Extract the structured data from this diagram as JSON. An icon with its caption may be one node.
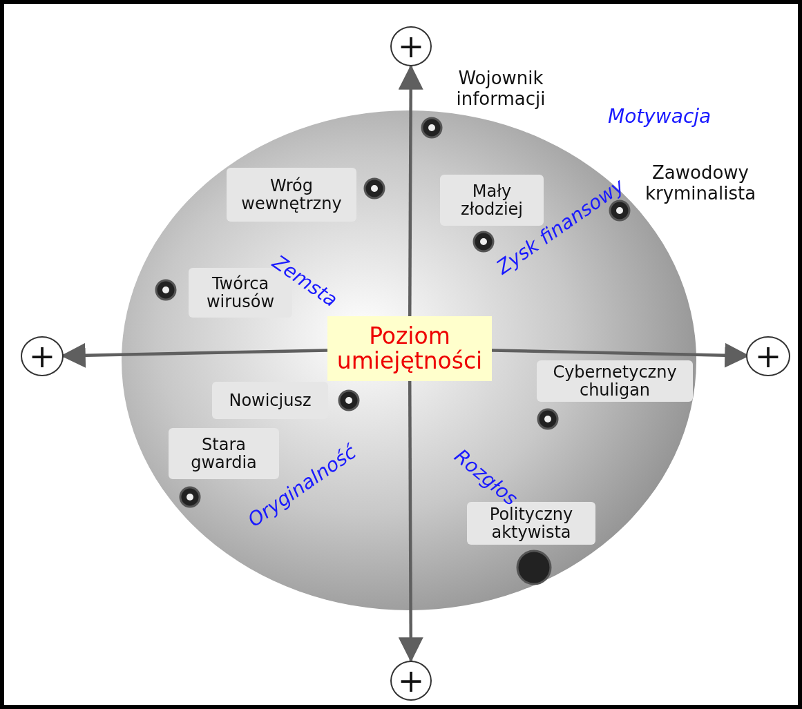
{
  "diagram": {
    "nodes": [
      {
        "text": [
          "+"
        ]
      },
      {
        "text": [
          "Wojownik informacji"
        ]
      },
      {
        "text": [
          "Wróg wewnętrzny"
        ]
      },
      {
        "text": [
          "Mały złodziej"
        ]
      },
      {
        "text": [
          "Zawodowy kryminalista"
        ]
      },
      {
        "text": [
          "Twórca wirusów"
        ]
      },
      {
        "text": [
          "+"
        ]
      },
      {
        "text": [
          "Poziom umiejętności"
        ]
      },
      {
        "text": [
          "+"
        ]
      },
      {
        "text": [
          "Cybernetyczny chuligan"
        ]
      },
      {
        "text": [
          "Nowicjusz"
        ]
      },
      {
        "text": [
          "Stara gwardia"
        ]
      },
      {
        "text": [
          "Polityczny aktywista"
        ]
      },
      {
        "text": [
          "+"
        ]
      }
    ],
    "edges": [
      {
        "from": 7,
        "to": 0,
        "arrow": "to"
      },
      {
        "from": 7,
        "to": 6,
        "arrow": "to"
      },
      {
        "from": 7,
        "to": 8,
        "arrow": "to"
      },
      {
        "from": 7,
        "to": 13,
        "arrow": "to"
      }
    ],
    "labels": [
      "Motywacja",
      "Zemsta",
      "Zysk finansowy",
      "Oryginalność",
      "Rozgłos"
    ]
  }
}
